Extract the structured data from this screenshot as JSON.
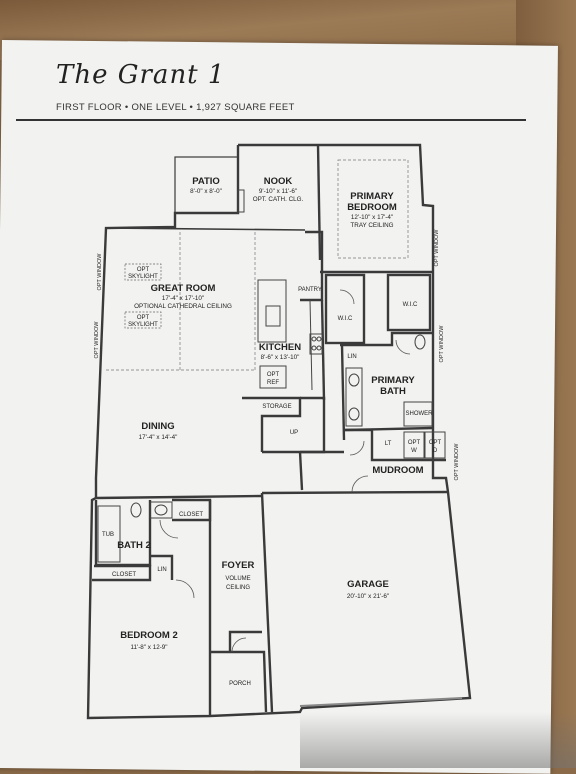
{
  "header": {
    "title": "The Grant 1",
    "subtitle": "FIRST FLOOR • ONE LEVEL • 1,927 SQUARE FEET"
  },
  "rooms": {
    "patio": {
      "name": "PATIO",
      "dim": "8'-0\" x 8'-0\""
    },
    "nook": {
      "name": "NOOK",
      "dim": "9'-10\" x 11'-6\"",
      "note": "OPT. CATH. CLG."
    },
    "primary_bedroom": {
      "name1": "PRIMARY",
      "name2": "BEDROOM",
      "dim": "12'-10\" x 17'-4\"",
      "note": "TRAY CEILING"
    },
    "great_room": {
      "name": "GREAT ROOM",
      "dim": "17'-4\" x 17'-10\"",
      "note": "OPTIONAL CATHEDRAL CEILING"
    },
    "kitchen": {
      "name": "KITCHEN",
      "dim": "8'-6\" x 13'-10\""
    },
    "pantry": "PANTRY",
    "wic_left": "W.I.C",
    "wic_right": "W.I.C",
    "lin_bath": "LIN",
    "primary_bath": {
      "name1": "PRIMARY",
      "name2": "BATH"
    },
    "shower": "SHOWER",
    "opt_ref": {
      "l1": "OPT",
      "l2": "REF"
    },
    "storage": "STORAGE",
    "up": "UP",
    "dining": {
      "name": "DINING",
      "dim": "17'-4\" x 14'-4\""
    },
    "lt": "LT",
    "opt_w": {
      "l1": "OPT",
      "l2": "W"
    },
    "opt_d": {
      "l1": "OPT",
      "l2": "D"
    },
    "mudroom": "MUDROOM",
    "bath2": "BATH 2",
    "tub": "TUB",
    "closet_top": "CLOSET",
    "closet_bottom": "CLOSET",
    "lin_hall": "LIN",
    "foyer": {
      "name": "FOYER",
      "l1": "VOLUME",
      "l2": "CEILING"
    },
    "garage": {
      "name": "GARAGE",
      "dim": "20'-10\" x 21'-6\""
    },
    "bedroom2": {
      "name": "BEDROOM 2",
      "dim": "11'-8\" x 12-9\""
    },
    "porch": "PORCH"
  },
  "skylights": [
    {
      "l1": "OPT",
      "l2": "SKYLIGHT"
    },
    {
      "l1": "OPT",
      "l2": "SKYLIGHT"
    }
  ],
  "windows": {
    "opt_window": "OPT WINDOW"
  },
  "colors": {
    "wall": "#3a3a3a",
    "paper": "#f2f2f0",
    "wood": "#8a6a48"
  }
}
